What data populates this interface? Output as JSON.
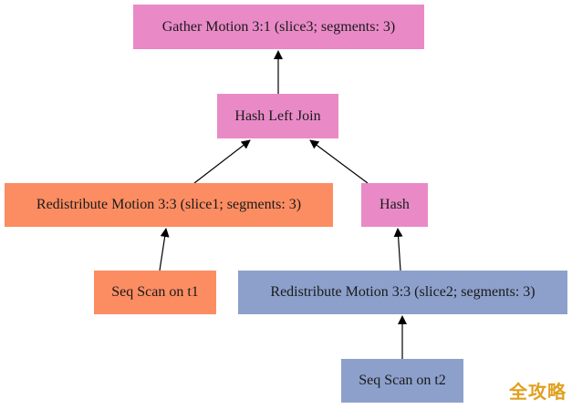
{
  "colors": {
    "motion_pink": "#e98ac7",
    "orange": "#fc8d62",
    "blue": "#8da0cb",
    "edge": "#000000"
  },
  "nodes": [
    {
      "id": "gather",
      "label": "Gather Motion 3:1 (slice3; segments: 3)",
      "color": "#e98ac7"
    },
    {
      "id": "hashjoin",
      "label": "Hash Left Join",
      "color": "#e98ac7"
    },
    {
      "id": "redist1",
      "label": "Redistribute Motion 3:3 (slice1; segments: 3)",
      "color": "#fc8d62"
    },
    {
      "id": "hash",
      "label": "Hash",
      "color": "#e98ac7"
    },
    {
      "id": "seqt1",
      "label": "Seq Scan on t1",
      "color": "#fc8d62"
    },
    {
      "id": "redist2",
      "label": "Redistribute Motion 3:3 (slice2; segments: 3)",
      "color": "#8da0cb"
    },
    {
      "id": "seqt2",
      "label": "Seq Scan on t2",
      "color": "#8da0cb"
    }
  ],
  "edges": [
    {
      "from": "hashjoin",
      "to": "gather"
    },
    {
      "from": "redist1",
      "to": "hashjoin"
    },
    {
      "from": "hash",
      "to": "hashjoin"
    },
    {
      "from": "seqt1",
      "to": "redist1"
    },
    {
      "from": "redist2",
      "to": "hash"
    },
    {
      "from": "seqt2",
      "to": "redist2"
    }
  ],
  "watermark": "全攻略"
}
